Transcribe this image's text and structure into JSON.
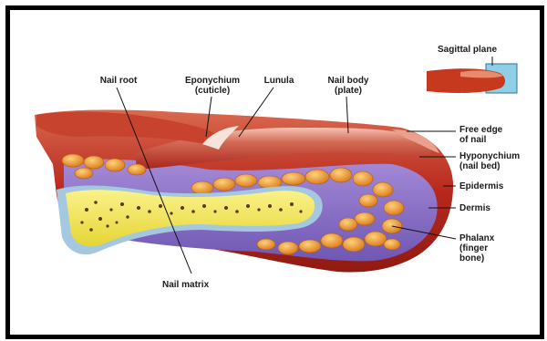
{
  "diagram": {
    "labels": {
      "sagittal_plane": "Sagittal plane",
      "nail_root": "Nail root",
      "eponychium": "Eponychium\n(cuticle)",
      "lunula": "Lunula",
      "nail_body": "Nail body\n(plate)",
      "free_edge": "Free edge\nof nail",
      "hyponychium": "Hyponychium\n(nail bed)",
      "epidermis": "Epidermis",
      "dermis": "Dermis",
      "phalanx": "Phalanx\n(finger\nbone)",
      "nail_matrix": "Nail matrix"
    },
    "colors": {
      "skin_red": "#b8281c",
      "nail_plate": "#c9493c",
      "dermis_purple": "#8b6fc4",
      "fat_orange": "#e7902a",
      "bone_yellow": "#f2e548",
      "bone_edge": "#a3c8df",
      "leader": "#111111"
    }
  }
}
